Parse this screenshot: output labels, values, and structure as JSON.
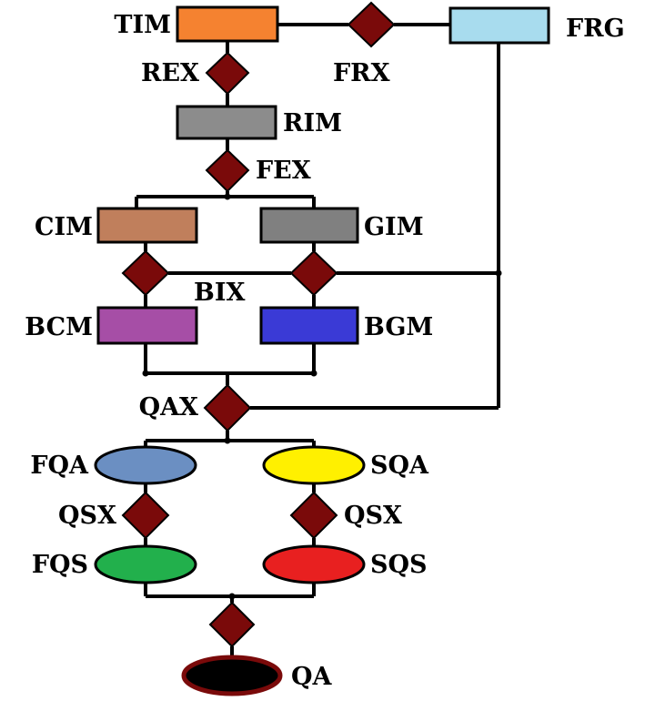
{
  "nodes": {
    "tim": {
      "label": "TIM",
      "color": "#f58230"
    },
    "frg": {
      "label": "FRG",
      "color": "#a8dcee"
    },
    "rim": {
      "label": "RIM",
      "color": "#8c8c8c"
    },
    "cim": {
      "label": "CIM",
      "color": "#c07f5c"
    },
    "gim": {
      "label": "GIM",
      "color": "#808080"
    },
    "bcm": {
      "label": "BCM",
      "color": "#a64ea6"
    },
    "bgm": {
      "label": "BGM",
      "color": "#3a3ad6"
    },
    "fqa": {
      "label": "FQA",
      "color": "#6b8fc2"
    },
    "sqa": {
      "label": "SQA",
      "color": "#fff000"
    },
    "fqs": {
      "label": "FQS",
      "color": "#22b04c"
    },
    "sqs": {
      "label": "SQS",
      "color": "#e82020"
    },
    "qa": {
      "label": "QA",
      "color": "#000000",
      "border": "#7a0a0a"
    }
  },
  "links": {
    "rex": "REX",
    "frx": "FRX",
    "fex": "FEX",
    "bix": "BIX",
    "qax": "QAX",
    "qsx_left": "QSX",
    "qsx_right": "QSX"
  },
  "diamond_color": "#7a0a0a"
}
